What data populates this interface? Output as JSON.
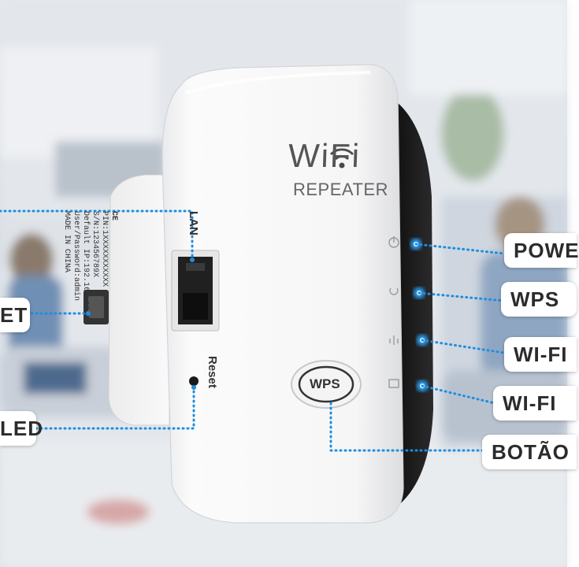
{
  "device": {
    "logo_text": "WiFi",
    "subtitle": "REPEATER",
    "lan_port_label": "LAN",
    "reset_label": "Reset",
    "wps_button_label": "WPS"
  },
  "back_label": {
    "pin": "PIN:1XXXXXXXXXXX",
    "sn": "S/N:123456789X",
    "default_ip": "Default IP:192.168.11.1",
    "user": "User/Password:admin",
    "made_in": "MADE IN CHINA",
    "ce_mark": "CE"
  },
  "callouts": {
    "left": [
      "ET",
      "LED"
    ],
    "right": [
      "POWE",
      "WPS",
      "WI-FI",
      "WI-FI",
      "BOTÃO"
    ]
  },
  "colors": {
    "callout_dot_line": "#1d8ee0",
    "led_glow": "#2aa8ff",
    "device_body": "#f7f7f7",
    "device_side": "#222222"
  }
}
